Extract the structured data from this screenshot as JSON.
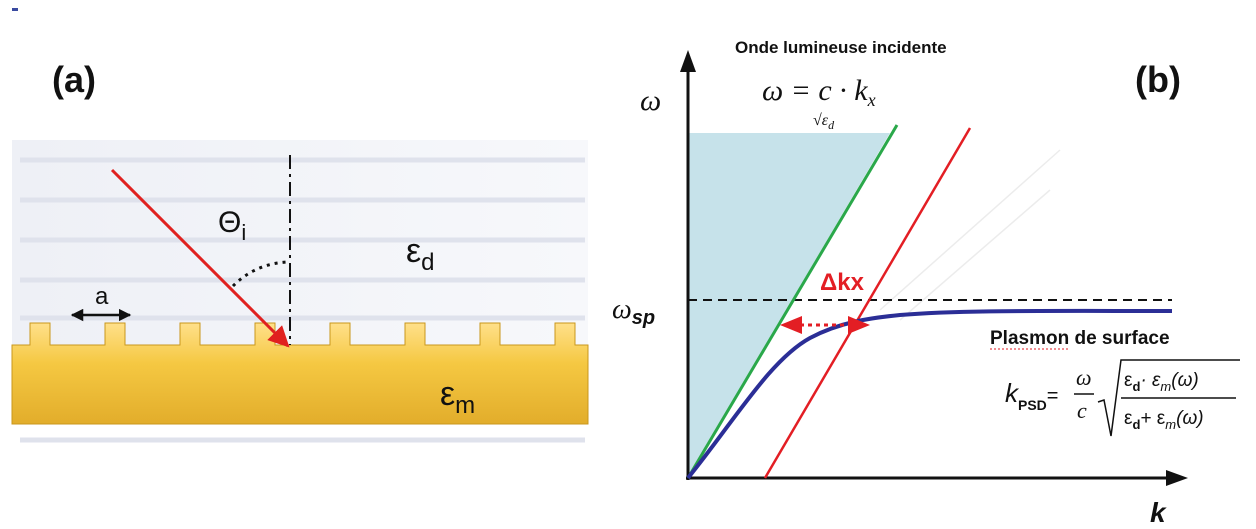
{
  "panel_a": {
    "label": "(a)",
    "theta": "Θ",
    "theta_sub": "i",
    "eps": "ε",
    "eps_d_sub": "d",
    "eps_m_sub": "m",
    "period": "a"
  },
  "panel_b": {
    "label": "(b)",
    "y_axis": "ω",
    "x_axis": "k",
    "omega_sp": "ω",
    "omega_sp_sub": "sp",
    "delta_kx": "Δkx",
    "light_title": "Onde lumineuse incidente",
    "light_formula": {
      "lhs": "ω = c · k",
      "sub": "x",
      "den": "√ε",
      "den_sub": "d"
    },
    "plasmon_title": "Plasmon de surface",
    "plasmon_formula": {
      "k": "k",
      "k_sub": "PSD",
      "eq": "=",
      "omega": "ω",
      "c": "c",
      "num": "ε",
      "num_sub": "d",
      "num_rest": "· ε",
      "num_rest_sub": "m",
      "num_arg": "(ω)",
      "den": "ε",
      "den_sub": "d",
      "den_rest": "+ ε",
      "den_rest_sub": "m",
      "den_arg": "(ω)"
    }
  },
  "colors": {
    "metal": "#f1c232",
    "metal_dark": "#c9971c",
    "incident_ray": "#e0211f",
    "light_line": "#2aa84a",
    "red_line": "#e31e24",
    "dispersion": "#2b2e96",
    "light_cone": "#c6e2ea"
  }
}
